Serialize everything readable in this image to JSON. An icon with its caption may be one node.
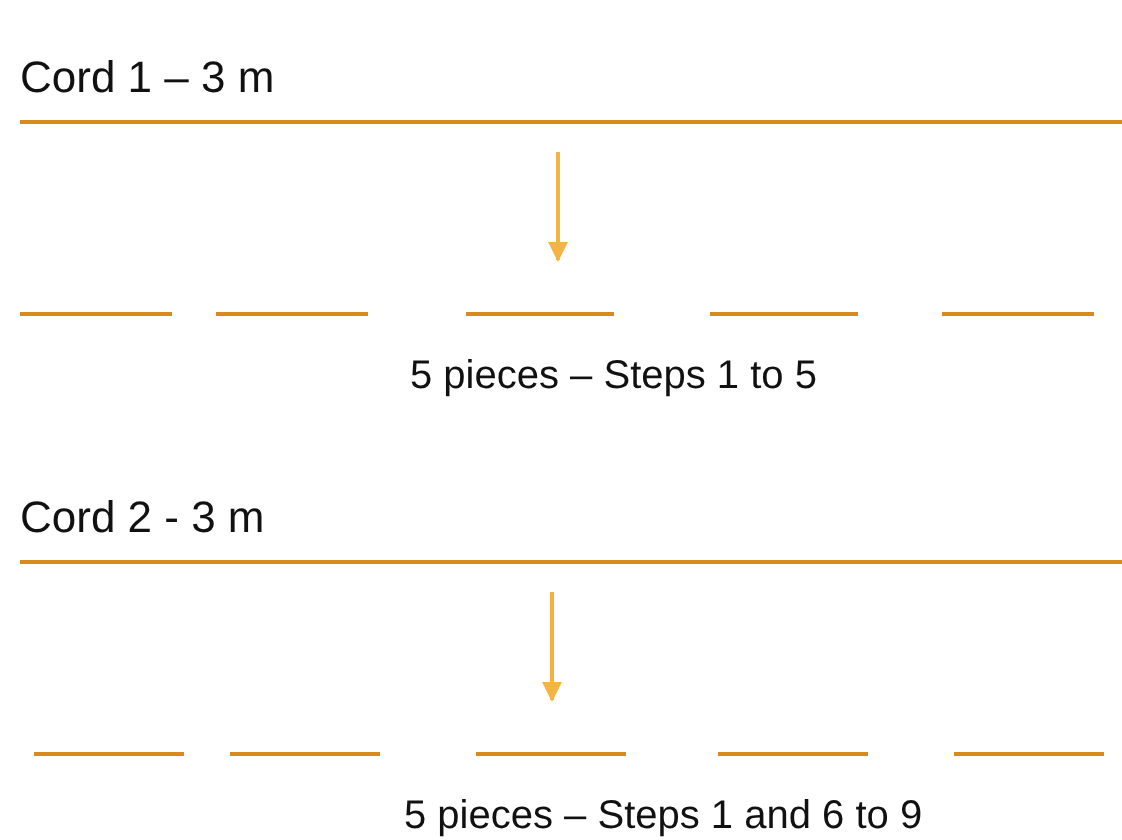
{
  "diagram": {
    "nodes": [
      {
        "text": [],
        "shape": "bar",
        "beside": [
          "Cord 1 – 3 m"
        ]
      },
      {
        "text": [],
        "shape": "bar"
      },
      {
        "text": [],
        "shape": "bar"
      },
      {
        "text": [],
        "shape": "bar"
      },
      {
        "text": [],
        "shape": "bar"
      },
      {
        "text": [],
        "shape": "bar"
      },
      {
        "text": [],
        "shape": "bar",
        "beside": [
          "Cord 2 - 3 m"
        ]
      },
      {
        "text": [],
        "shape": "bar"
      },
      {
        "text": [],
        "shape": "bar"
      },
      {
        "text": [],
        "shape": "bar"
      },
      {
        "text": [],
        "shape": "bar"
      },
      {
        "text": [],
        "shape": "bar"
      }
    ],
    "edges": [
      {
        "from": 0,
        "to": 3,
        "arrow": "to"
      },
      {
        "from": 6,
        "to": 9,
        "arrow": "to"
      }
    ],
    "labels": [
      "5 pieces – Steps 1 to 5",
      "5 pieces – Steps 1 and 6 to 9"
    ]
  }
}
